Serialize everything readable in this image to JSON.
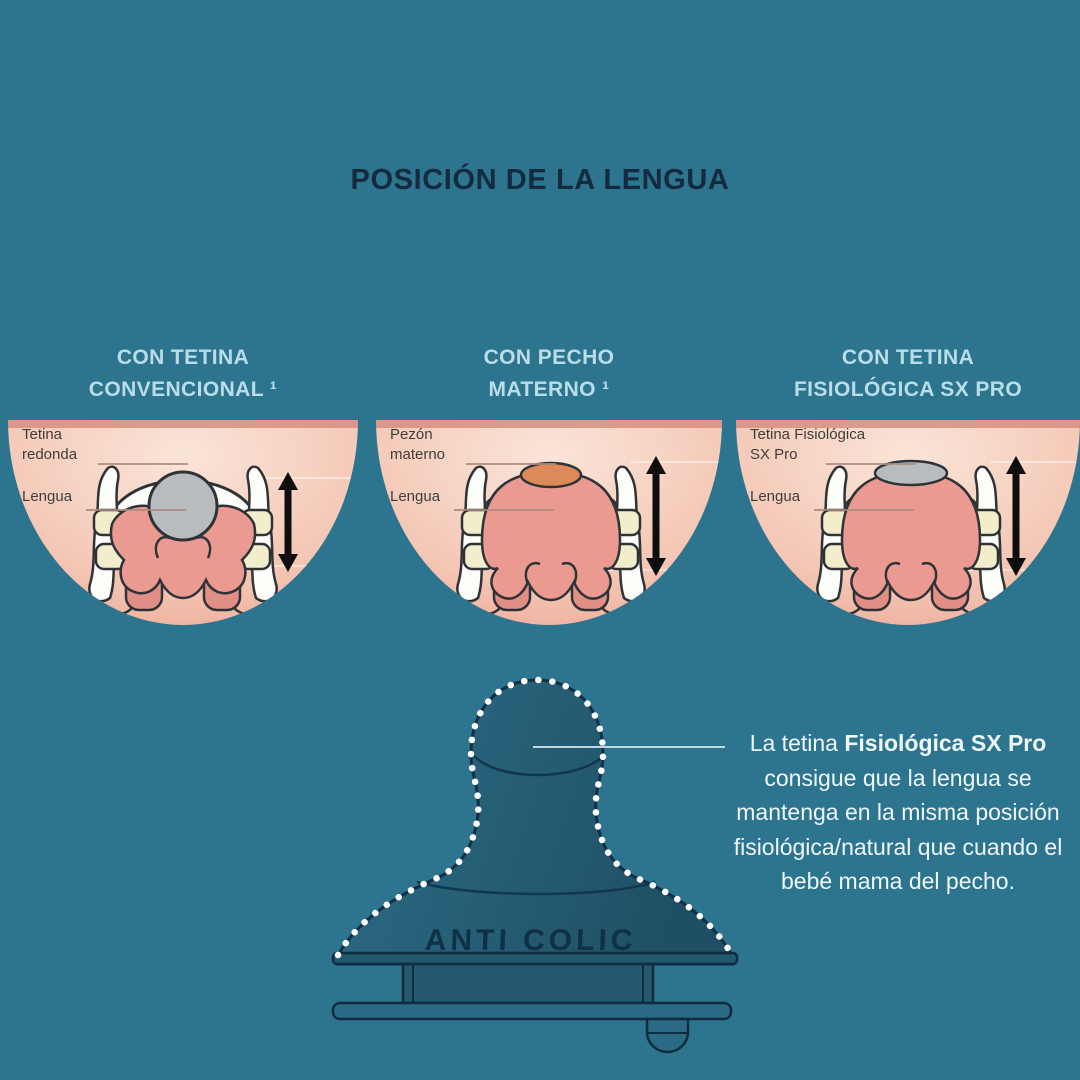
{
  "title": "POSICIÓN DE LA LENGUA",
  "colors": {
    "background": "#2d748e",
    "title_text": "#142a40",
    "heading_text": "#badee9",
    "mouth_pink": "#f4c6b4",
    "tongue": "#ea9a90",
    "teeth": "#f2eecb",
    "round_teat_gray": "#b9bcbf",
    "nipple_orange": "#dd8a58",
    "teat_body_teal": "#255d74",
    "dotted_outline": "#ffffff",
    "arrow_black": "#0e0e0e",
    "callout_text": "#eef7fb"
  },
  "diagrams": [
    {
      "heading_line1": "CON TETINA",
      "heading_line2": "CONVENCIONAL ¹",
      "label_top_line1": "Tetina",
      "label_top_line2": "redonda",
      "label_bottom": "Lengua",
      "variant": "conventional"
    },
    {
      "heading_line1": "CON PECHO",
      "heading_line2": "MATERNO ¹",
      "label_top_line1": "Pezón",
      "label_top_line2": "materno",
      "label_bottom": "Lengua",
      "variant": "breast"
    },
    {
      "heading_line1": "CON TETINA",
      "heading_line2": "FISIOLÓGICA SX PRO",
      "label_top_line1": "Tetina Fisiológica",
      "label_top_line2": "SX Pro",
      "label_bottom": "Lengua",
      "variant": "sxpro"
    }
  ],
  "teat": {
    "embossed_label": "ANTI COLIC"
  },
  "callout": {
    "line1_regular": "La tetina ",
    "line1_bold": "Fisiológica SX Pro",
    "line2": "consigue que la lengua se",
    "line3": "mantenga en la misma posición",
    "line4": "fisiológica/natural que cuando el",
    "line5": "bebé mama del pecho."
  }
}
